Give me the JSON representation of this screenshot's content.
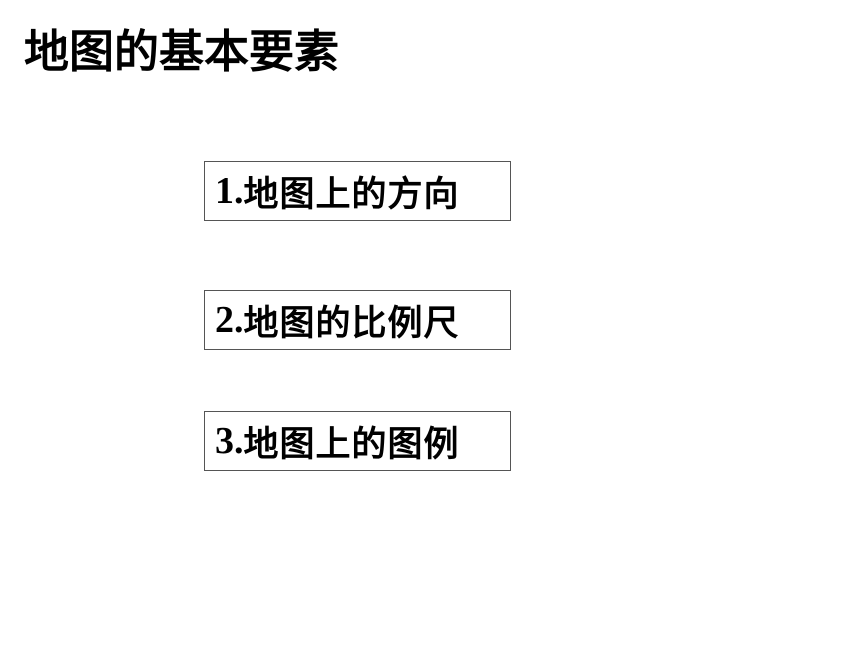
{
  "slide": {
    "title": "地图的基本要素",
    "items": [
      {
        "number": "1.",
        "text": "地图上的方向"
      },
      {
        "number": "2.",
        "text": "地图的比例尺"
      },
      {
        "number": "3.",
        "text": "地图上的图例"
      }
    ]
  },
  "colors": {
    "background": "#ffffff",
    "text": "#000000",
    "box_border": "#555555"
  }
}
